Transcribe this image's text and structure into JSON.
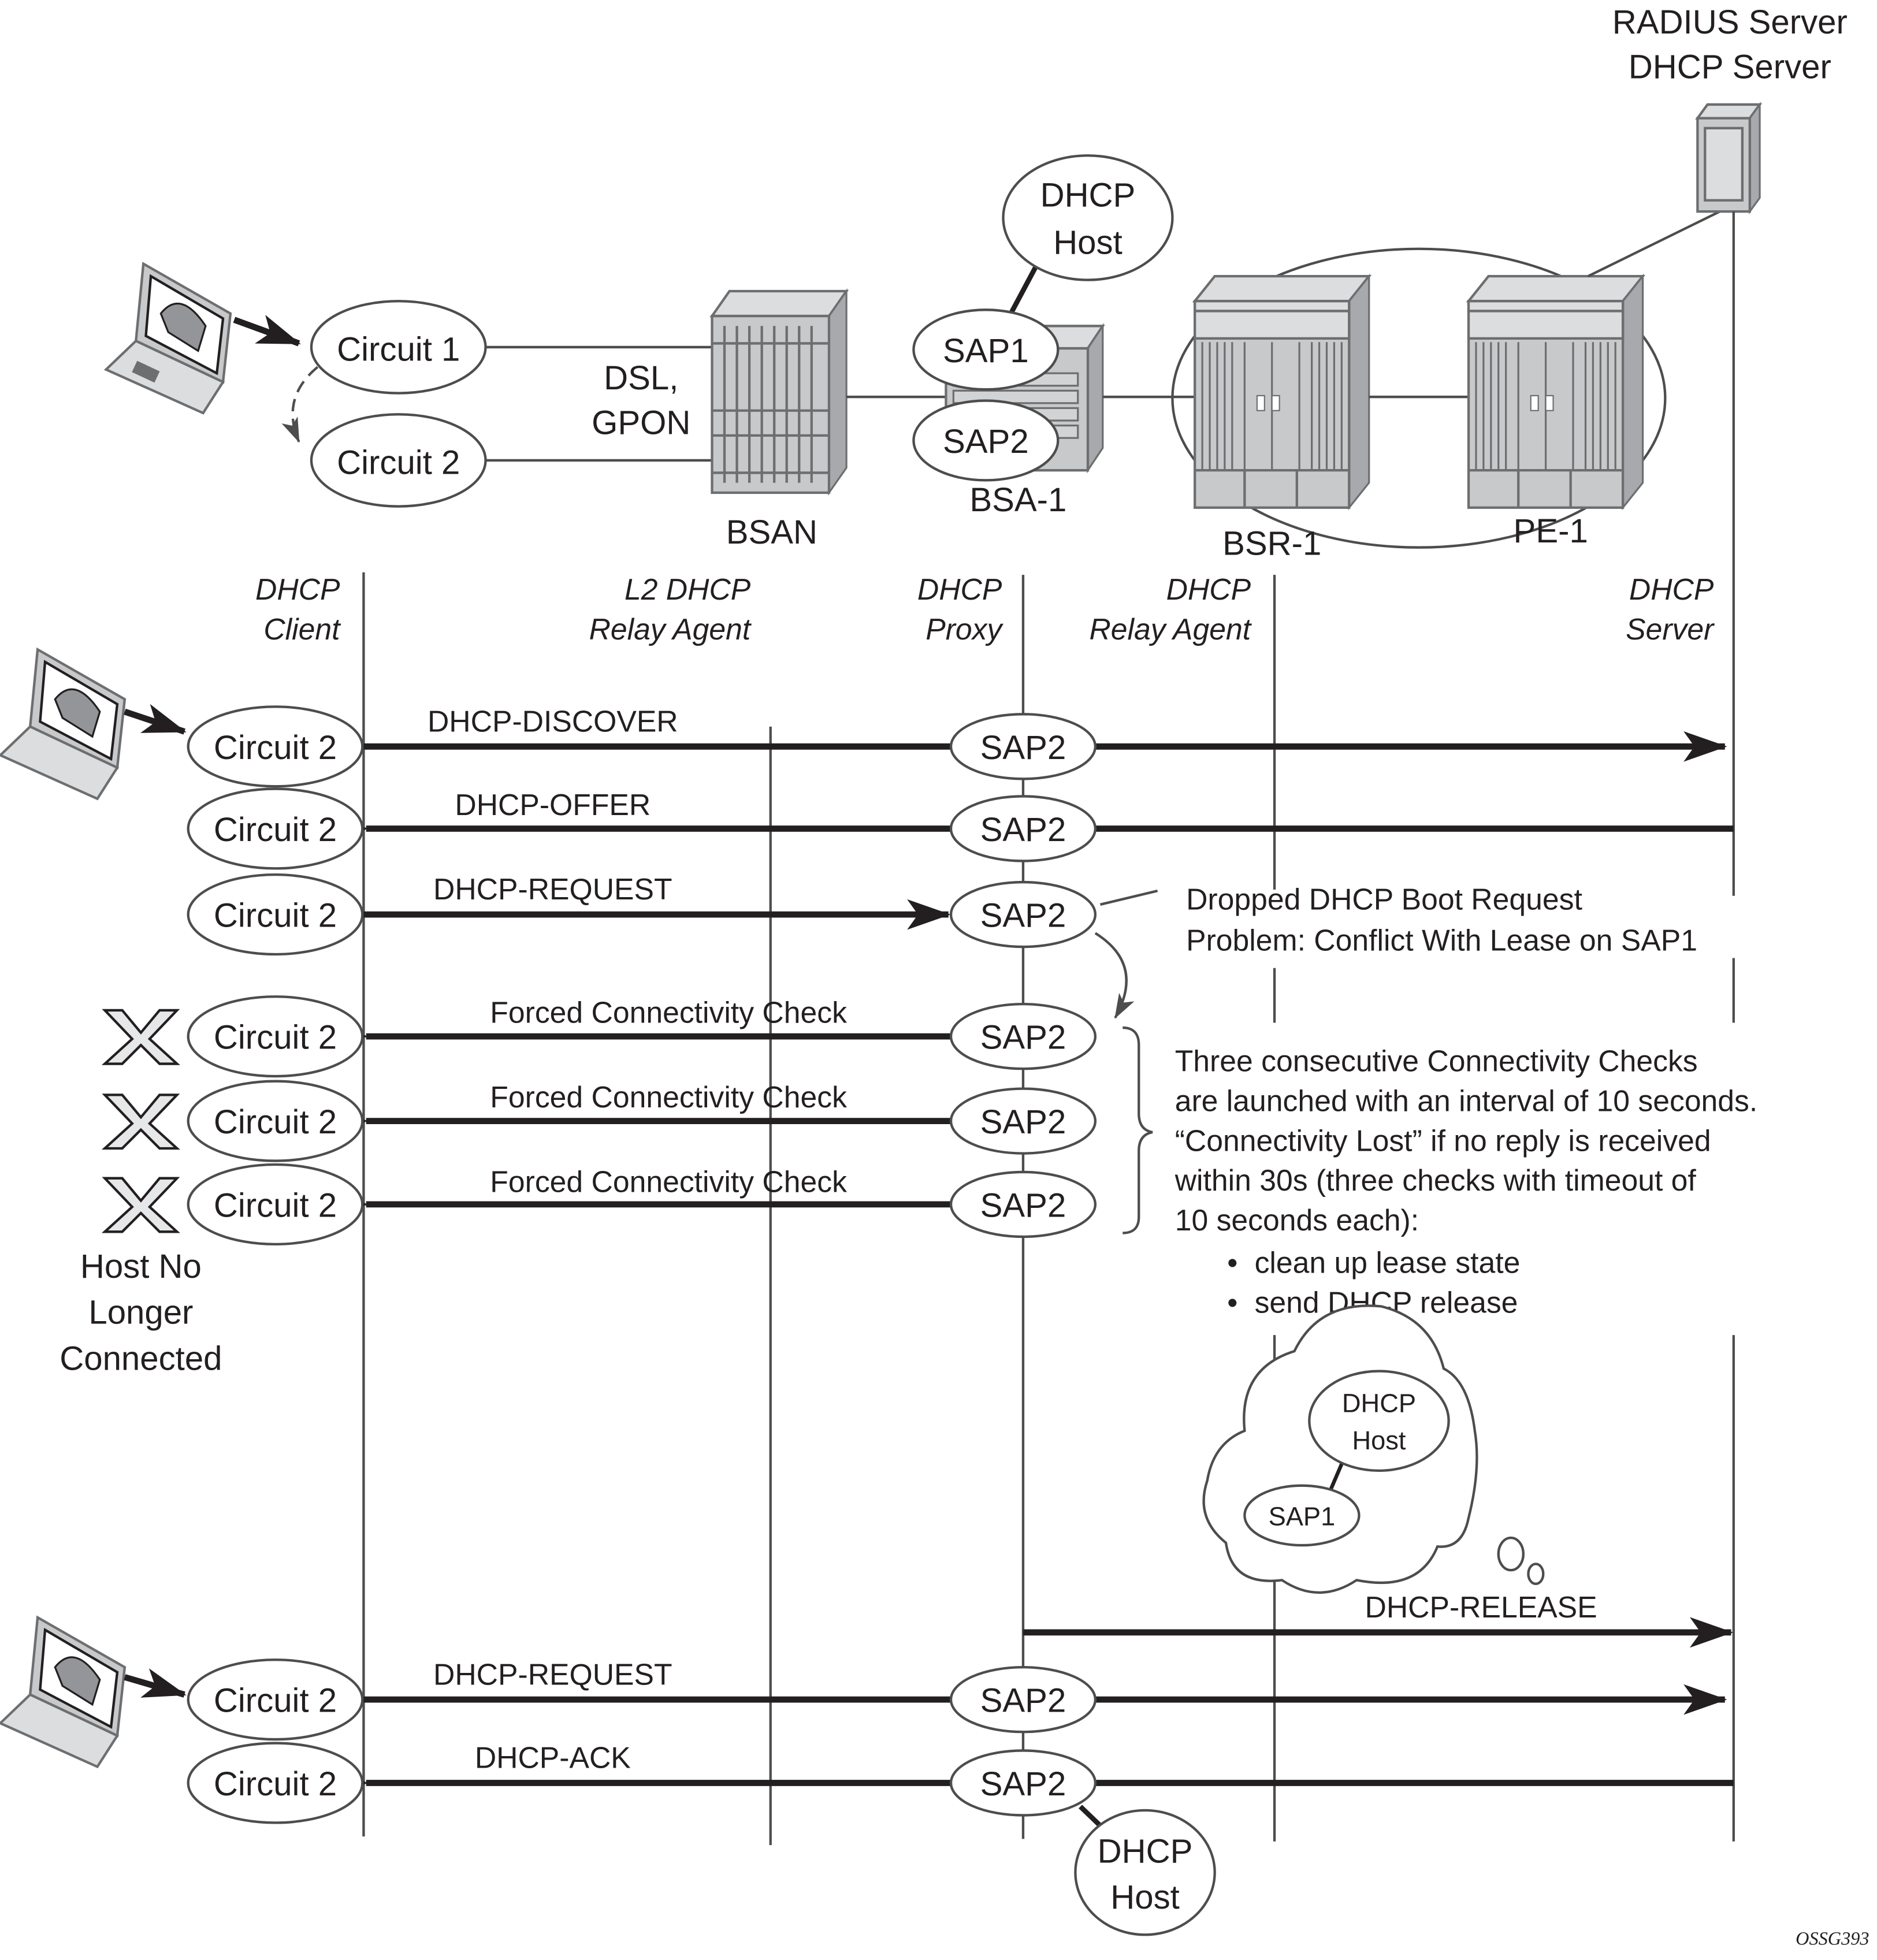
{
  "devices": {
    "bsan": "BSAN",
    "bsa": "BSA-1",
    "bsr": "BSR-1",
    "pe": "PE-1",
    "server_line1": "RADIUS Server",
    "server_line2": "DHCP Server",
    "access_line1": "DSL,",
    "access_line2": "GPON"
  },
  "topology": {
    "circuit1": "Circuit 1",
    "circuit2": "Circuit 2",
    "sap1": "SAP1",
    "sap2": "SAP2",
    "host_line1": "DHCP",
    "host_line2": "Host"
  },
  "roles": [
    {
      "line1": "DHCP",
      "line2": "Client"
    },
    {
      "line1": "L2 DHCP",
      "line2": "Relay Agent"
    },
    {
      "line1": "DHCP",
      "line2": "Proxy"
    },
    {
      "line1": "DHCP",
      "line2": "Relay Agent"
    },
    {
      "line1": "DHCP",
      "line2": "Server"
    }
  ],
  "messages": [
    {
      "label": "DHCP-DISCOVER",
      "direction": "to-server",
      "circuit": "Circuit 2",
      "sap": "SAP2"
    },
    {
      "label": "DHCP-OFFER",
      "direction": "to-client",
      "circuit": "Circuit 2",
      "sap": "SAP2"
    },
    {
      "label": "DHCP-REQUEST",
      "direction": "to-proxy",
      "circuit": "Circuit 2",
      "sap": "SAP2"
    },
    {
      "label": "Forced Connectivity Check",
      "direction": "to-client",
      "circuit": "Circuit 2",
      "sap": "SAP2"
    },
    {
      "label": "Forced Connectivity Check",
      "direction": "to-client",
      "circuit": "Circuit 2",
      "sap": "SAP2"
    },
    {
      "label": "Forced Connectivity Check",
      "direction": "to-client",
      "circuit": "Circuit 2",
      "sap": "SAP2"
    },
    {
      "label": "DHCP-RELEASE",
      "direction": "to-server"
    },
    {
      "label": "DHCP-REQUEST",
      "direction": "to-server",
      "circuit": "Circuit 2",
      "sap": "SAP2"
    },
    {
      "label": "DHCP-ACK",
      "direction": "to-client",
      "circuit": "Circuit 2",
      "sap": "SAP2"
    }
  ],
  "notes": {
    "dropped_line1": "Dropped DHCP Boot Request",
    "dropped_line2": "Problem: Conflict With Lease on SAP1",
    "checks": [
      "Three consecutive Connectivity Checks",
      "are launched with an interval of 10 seconds.",
      "“Connectivity Lost” if no reply is received",
      "within 30s (three checks with timeout of",
      "10 seconds each):"
    ],
    "bullets": [
      "clean up lease state",
      "send DHCP release"
    ],
    "host_lost": [
      "Host No",
      "Longer",
      "Connected"
    ]
  },
  "thought": {
    "host_line1": "DHCP",
    "host_line2": "Host",
    "sap": "SAP1"
  },
  "figure_id": "OSSG393"
}
